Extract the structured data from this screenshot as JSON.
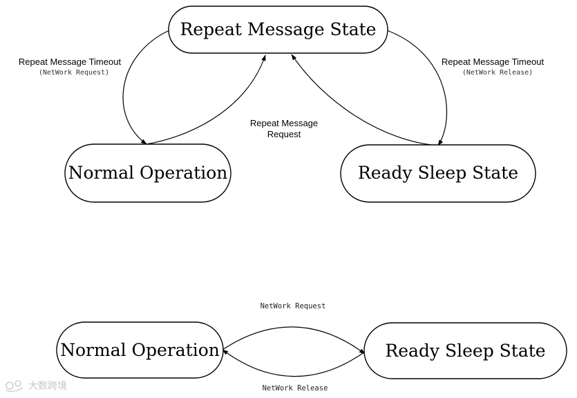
{
  "top_diagram": {
    "states": {
      "repeat_message": "Repeat Message State",
      "normal_operation": "Normal Operation",
      "ready_sleep": "Ready Sleep State"
    },
    "transitions": {
      "repeat_to_normal": {
        "label": "Repeat Message Timeout",
        "sub": "(NetWork Request)"
      },
      "repeat_to_sleep": {
        "label": "Repeat Message Timeout",
        "sub": "(NetWork Release)"
      },
      "to_repeat": {
        "line1": "Repeat Message",
        "line2": "Request"
      }
    }
  },
  "bottom_diagram": {
    "states": {
      "normal_operation": "Normal Operation",
      "ready_sleep": "Ready Sleep State"
    },
    "transitions": {
      "request": "NetWork Request",
      "release": "NetWork Release"
    }
  },
  "watermark": "大数跨境",
  "colors": {
    "stroke": "#000000",
    "background": "#ffffff",
    "watermark": "#c8c8c8"
  }
}
